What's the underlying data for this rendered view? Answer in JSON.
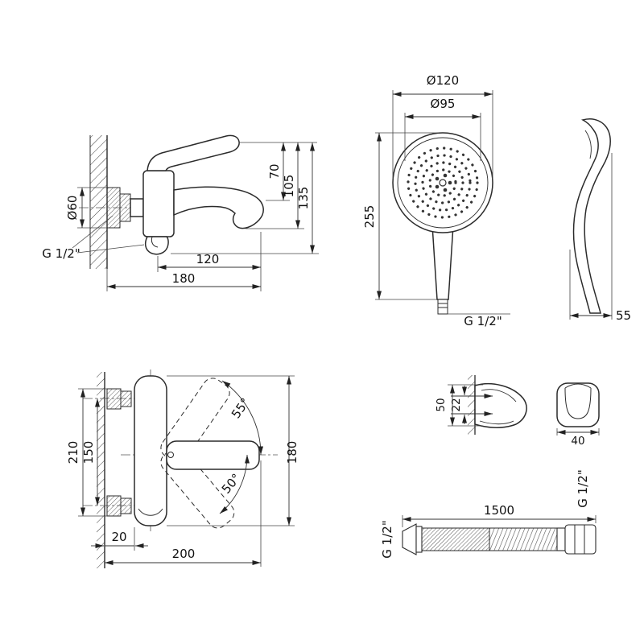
{
  "drawing": {
    "faucet_side": {
      "d60": "Ø60",
      "g12": "G 1/2\"",
      "h70": "70",
      "h105": "105",
      "h135": "135",
      "w120": "120",
      "w180": "180"
    },
    "shower_front": {
      "d120": "Ø120",
      "d95": "Ø95",
      "h255": "255",
      "g12": "G 1/2\""
    },
    "shower_side": {
      "w55": "55"
    },
    "faucet_front": {
      "h210": "210",
      "h150": "150",
      "a55": "55°",
      "a50": "50°",
      "h180": "180",
      "w20": "20",
      "w200": "200"
    },
    "holder_side": {
      "h50": "50",
      "h22": "22"
    },
    "holder_front": {
      "w40": "40"
    },
    "hose": {
      "len": "1500",
      "g12_left": "G 1/2\"",
      "g12_right": "G 1/2\""
    }
  }
}
